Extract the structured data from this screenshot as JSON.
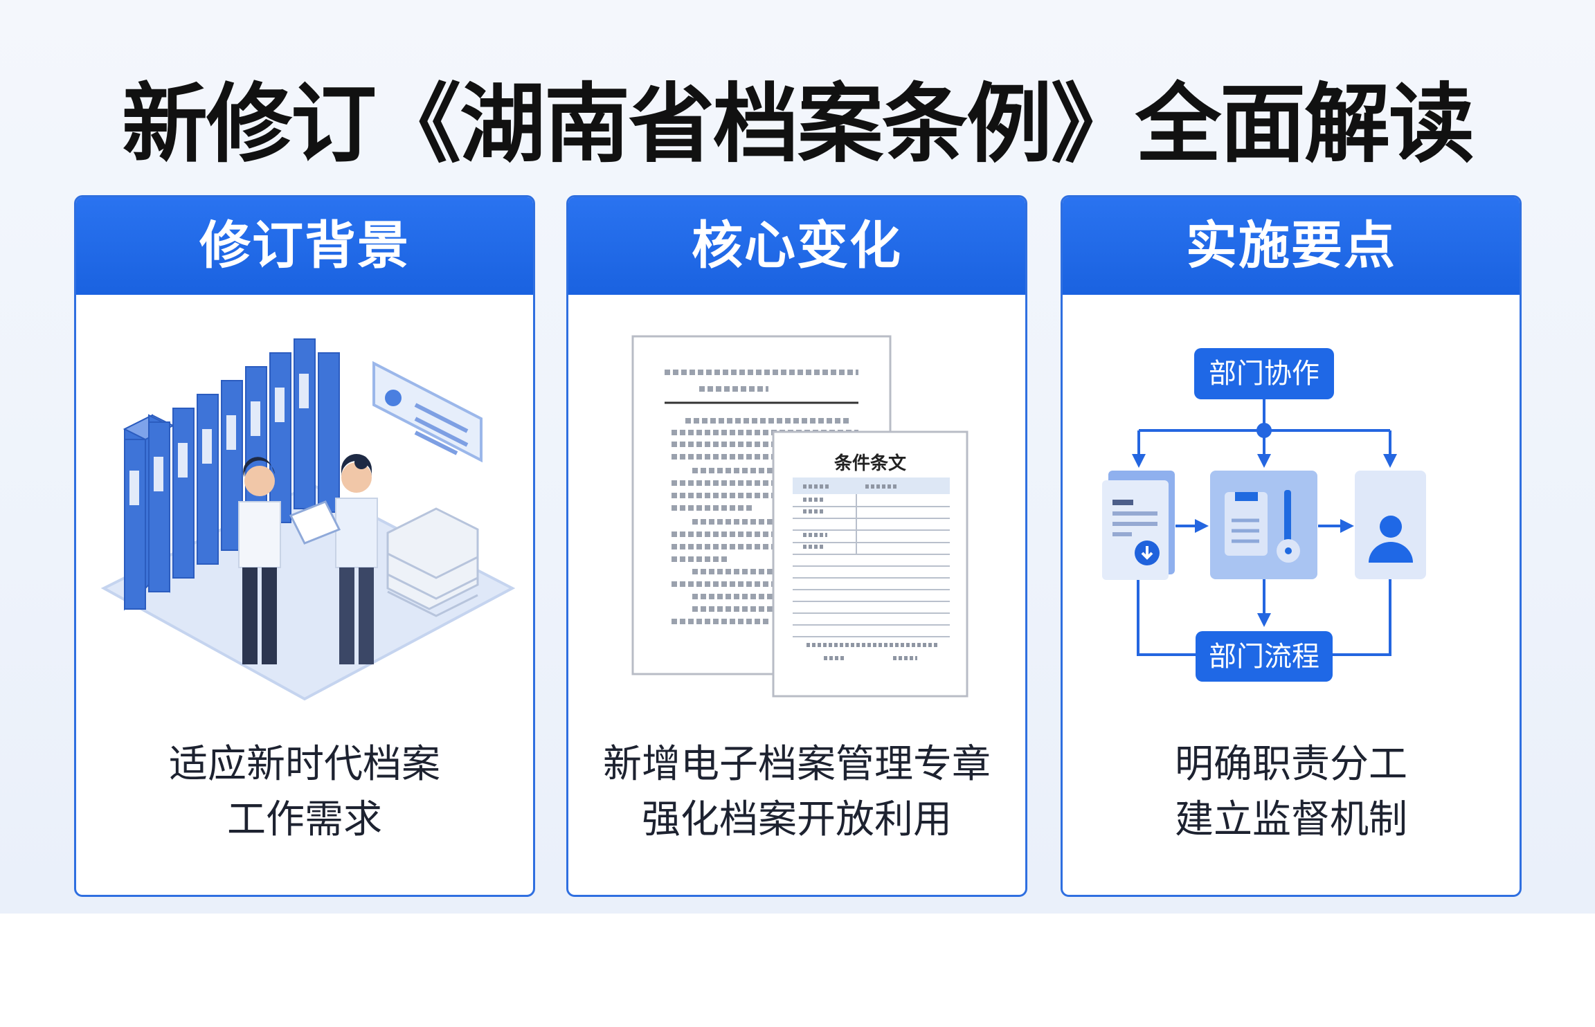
{
  "title": "新修订《湖南省档案条例》全面解读",
  "cards": [
    {
      "heading": "修订背景",
      "lines": [
        "适应新时代档案",
        "工作需求"
      ]
    },
    {
      "heading": "核心变化",
      "lines": [
        "新增电子档案管理专章",
        "强化档案开放利用"
      ],
      "doc_heading": "条件条文"
    },
    {
      "heading": "实施要点",
      "lines": [
        "明确职责分工",
        "建立监督机制"
      ],
      "diagram": {
        "top": "部门协作",
        "bottom": "部门流程"
      }
    }
  ],
  "colors": {
    "accent": "#1f68e6",
    "text": "#1d2230"
  }
}
